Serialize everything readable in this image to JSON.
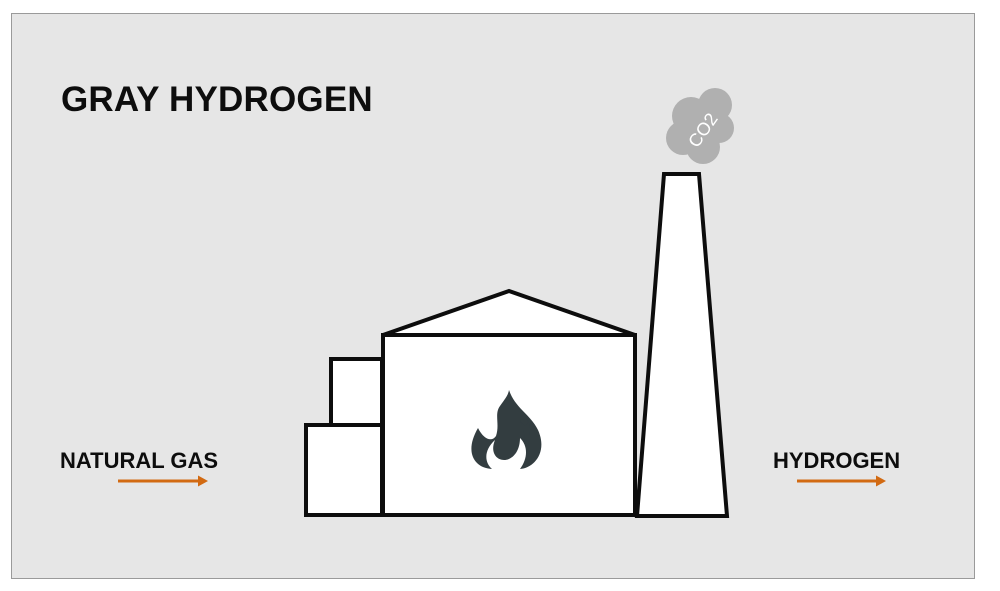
{
  "diagram": {
    "title": "GRAY HYDROGEN",
    "input_label": "NATURAL GAS",
    "output_label": "HYDROGEN",
    "emission_label": "CO2",
    "icons": {
      "input_arrow": "arrow-right-icon",
      "output_arrow": "arrow-right-icon",
      "flame": "flame-icon",
      "cloud": "cloud-icon"
    },
    "colors": {
      "background": "#e6e6e6",
      "arrow": "#d26a12",
      "outline": "#0d0d0d",
      "building_fill": "#ffffff",
      "flame": "#333d40",
      "cloud": "#b0b0b0"
    }
  }
}
